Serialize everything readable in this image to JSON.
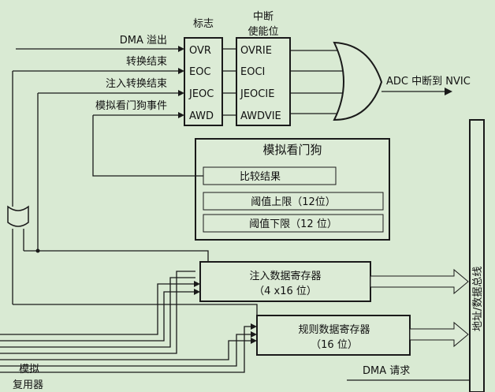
{
  "header": {
    "flags_title": "标志",
    "enable_title_line1": "中断",
    "enable_title_line2": "使能位"
  },
  "inputs": {
    "dma_overrun": "DMA 溢出",
    "end_of_conversion": "转换结束",
    "injected_end": "注入转换结束",
    "analog_watchdog_event": "模拟看门狗事件"
  },
  "flags": [
    "OVR",
    "EOC",
    "JEOC",
    "AWD"
  ],
  "enables": [
    "OVRIE",
    "EOCI",
    "JEOCIE",
    "AWDVIE"
  ],
  "output": {
    "label": "ADC 中断到 NVIC"
  },
  "watchdog": {
    "title": "模拟看门狗",
    "compare": "比较结果",
    "high": "阈值上限（12位）",
    "low": "阈值下限（12 位）"
  },
  "injected_reg": {
    "line1": "注入数据寄存器",
    "line2": "（4 x16 位）"
  },
  "regular_reg": {
    "line1": "规则数据寄存器",
    "line2": "（16 位）"
  },
  "bus": {
    "label": "地址/数据总线"
  },
  "mux": {
    "line1": "模拟",
    "line2": "复用器"
  },
  "dma_request": {
    "label": "DMA 请求"
  }
}
